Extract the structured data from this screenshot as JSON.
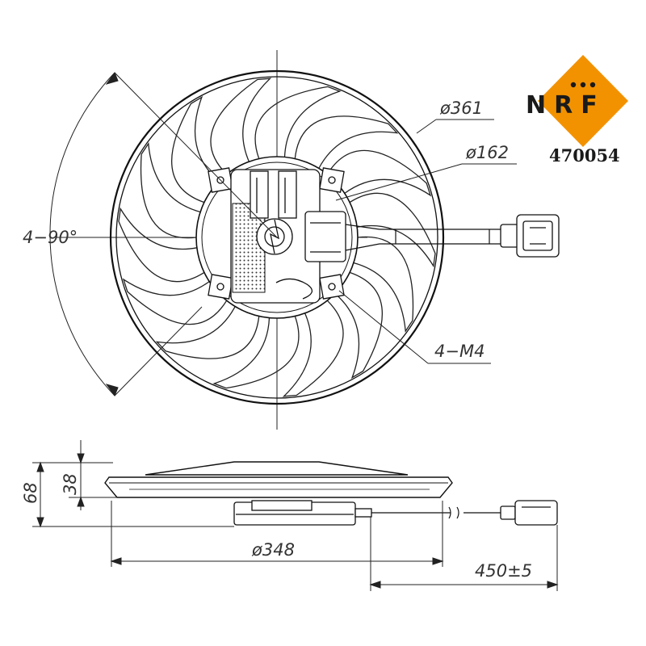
{
  "drawing": {
    "angle_label": "4−90°",
    "outer_diameter_label": "ø361",
    "hub_diameter_label": "ø162",
    "mount_label": "4−M4",
    "total_height_label": "68",
    "blade_height_label": "38",
    "ring_diameter_label": "ø348",
    "cable_length_label": "450±5"
  },
  "brand": {
    "logo_text": "NRF",
    "part_number": "470054",
    "logo_color": "#f39200",
    "logo_text_color": "#1a1a1a"
  },
  "icons": [
    "fan-blade-icon",
    "electric-connector-icon",
    "nrf-logo-icon"
  ]
}
